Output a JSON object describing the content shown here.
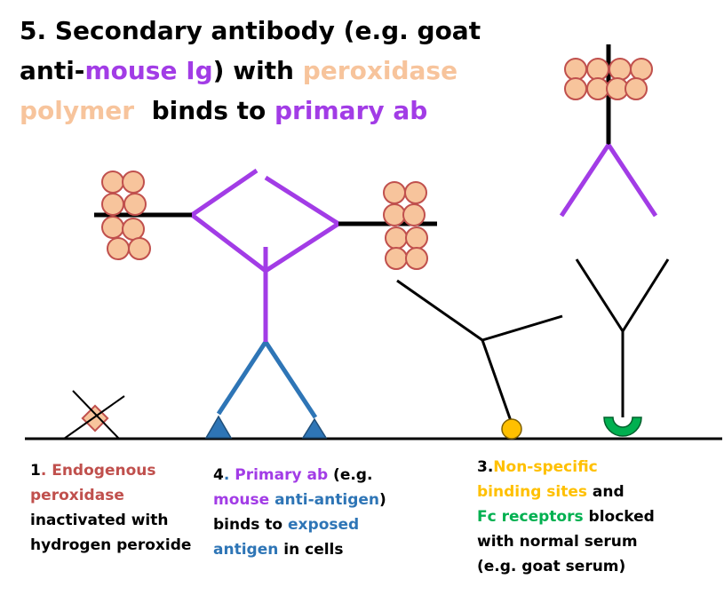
{
  "colors": {
    "black": "#000000",
    "purple": "#a23ce6",
    "peach": "#f7c49c",
    "red_brown": "#c0504d",
    "blue": "#2e75b6",
    "orange": "#ffc000",
    "green": "#00b050"
  },
  "title": {
    "line1": [
      {
        "text": "5. Secondary antibody (e.g. goat",
        "color": "#000000"
      }
    ],
    "line2": [
      {
        "text": "anti-",
        "color": "#000000"
      },
      {
        "text": "mouse Ig",
        "color": "#a23ce6"
      },
      {
        "text": ") with ",
        "color": "#000000"
      },
      {
        "text": "peroxidase",
        "color": "#f7c49c"
      }
    ],
    "line3": [
      {
        "text": "polymer",
        "color": "#f7c49c"
      },
      {
        "text": "  binds to ",
        "color": "#000000"
      },
      {
        "text": "primary ab",
        "color": "#a23ce6"
      }
    ]
  },
  "captions": {
    "step1": [
      [
        {
          "text": "1",
          "color": "#000000"
        },
        {
          "text": ". Endogenous",
          "color": "#c0504d"
        }
      ],
      [
        {
          "text": "peroxidase",
          "color": "#c0504d"
        }
      ],
      [
        {
          "text": "inactivated with",
          "color": "#000000"
        }
      ],
      [
        {
          "text": "hydrogen peroxide",
          "color": "#000000"
        }
      ]
    ],
    "step4": [
      [
        {
          "text": "4",
          "color": "#000000"
        },
        {
          "text": ". ",
          "color": "#2e75b6"
        },
        {
          "text": "Primary ab",
          "color": "#a23ce6"
        },
        {
          "text": " (e.g.",
          "color": "#000000"
        }
      ],
      [
        {
          "text": "mouse",
          "color": "#a23ce6"
        },
        {
          "text": " ",
          "color": "#000000"
        },
        {
          "text": "anti-antigen",
          "color": "#2e75b6"
        },
        {
          "text": ")",
          "color": "#000000"
        }
      ],
      [
        {
          "text": "binds to ",
          "color": "#000000"
        },
        {
          "text": "exposed",
          "color": "#2e75b6"
        }
      ],
      [
        {
          "text": "antigen",
          "color": "#2e75b6"
        },
        {
          "text": " in cells",
          "color": "#000000"
        }
      ]
    ],
    "step3": [
      [
        {
          "text": "3.",
          "color": "#000000"
        },
        {
          "text": "Non-specific",
          "color": "#ffc000"
        }
      ],
      [
        {
          "text": "binding sites",
          "color": "#ffc000"
        },
        {
          "text": " and",
          "color": "#000000"
        }
      ],
      [
        {
          "text": "Fc receptors",
          "color": "#00b050"
        },
        {
          "text": " blocked",
          "color": "#000000"
        }
      ],
      [
        {
          "text": "with normal serum",
          "color": "#000000"
        }
      ],
      [
        {
          "text": "(e.g. goat serum)",
          "color": "#000000"
        }
      ]
    ]
  }
}
